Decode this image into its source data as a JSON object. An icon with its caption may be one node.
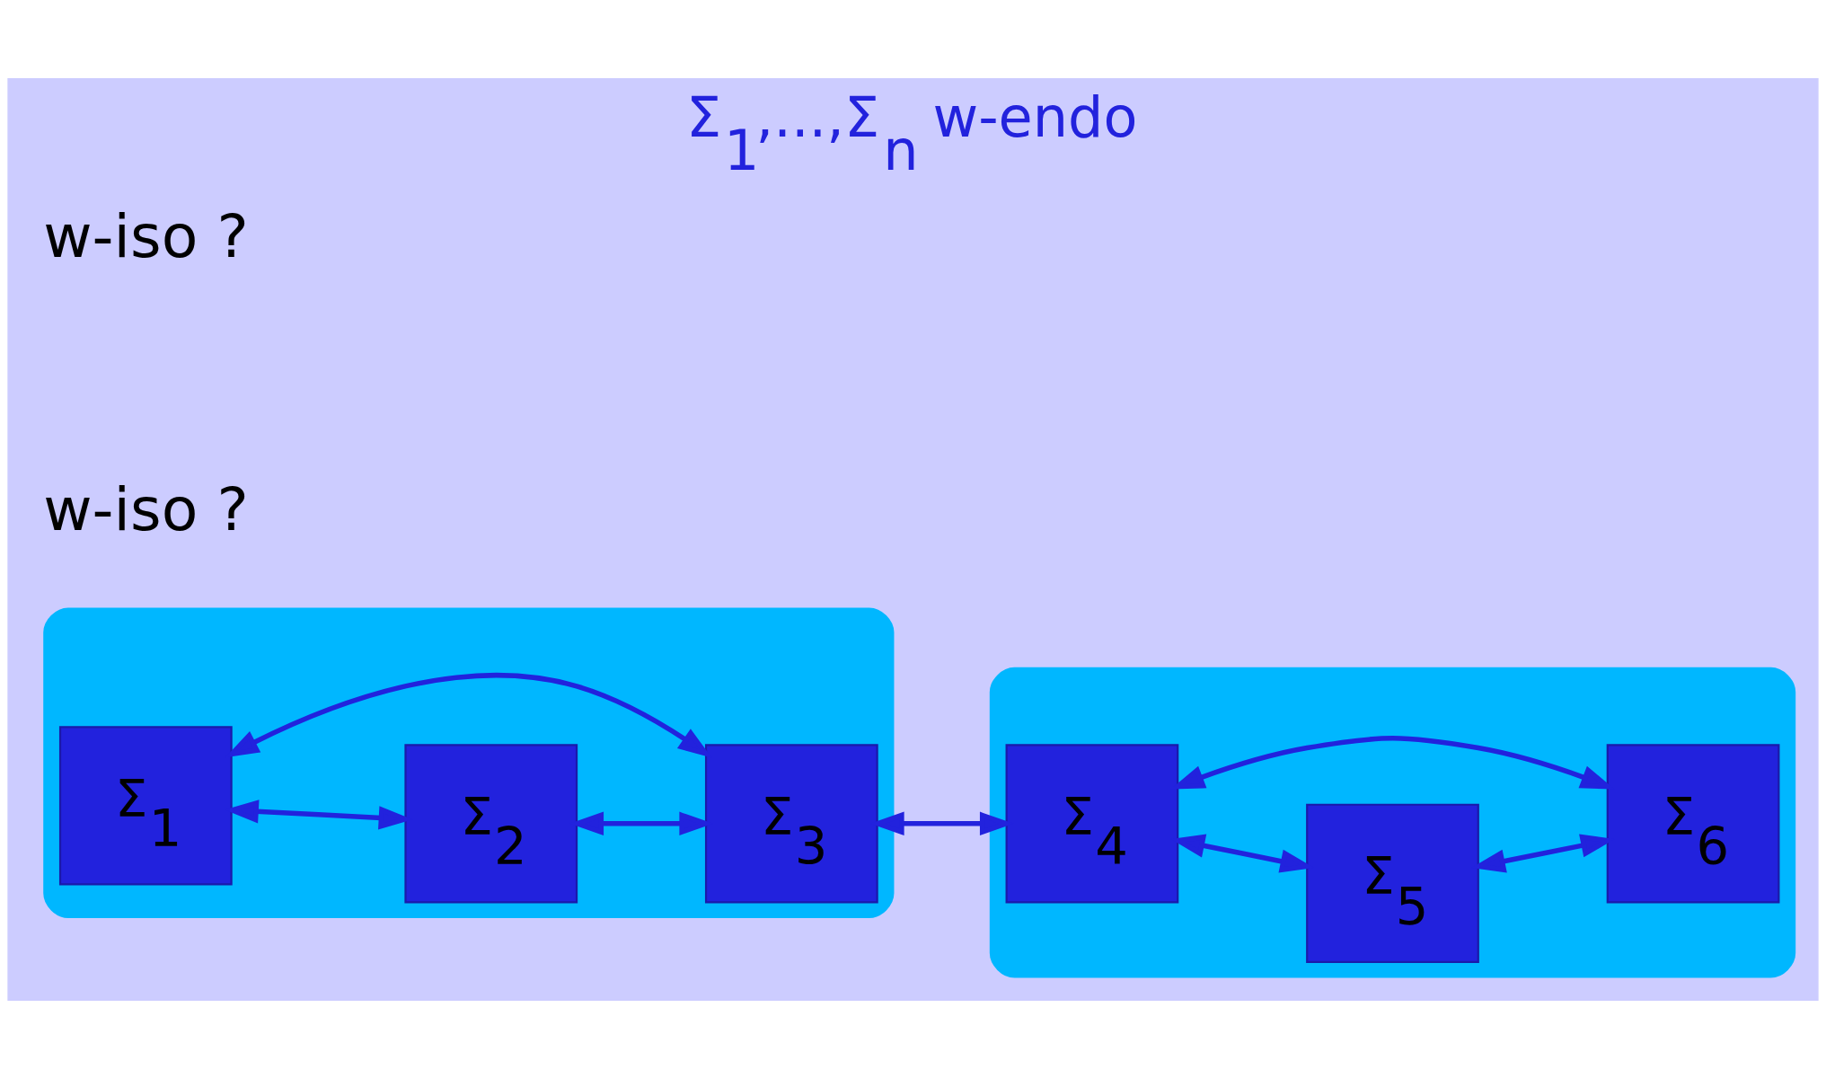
{
  "diagram": {
    "title": "Σ$_{1}$,...,Σ$_{n}$ w-endo",
    "nodes": [
      {
        "text": [],
        "shape": "ellipse"
      },
      {
        "text": [
          "Σ$_{1}$"
        ],
        "in": 0
      },
      {
        "text": [
          "Σ$_{2}$"
        ],
        "in": 0
      },
      {
        "text": [
          "Σ$_{3}$"
        ],
        "in": 0
      },
      {
        "text": [],
        "shape": "ellipse"
      },
      {
        "text": [
          "Σ$_{4}$"
        ],
        "in": 4
      },
      {
        "text": [
          "Σ$_{5}$"
        ],
        "in": 4
      },
      {
        "text": [
          "Σ$_{6}$"
        ],
        "in": 4
      }
    ],
    "edges": [
      {
        "from": 1,
        "to": 2,
        "arrow": "both"
      },
      {
        "from": 1,
        "to": 3,
        "arrow": "both"
      },
      {
        "from": 2,
        "to": 3,
        "arrow": "both"
      },
      {
        "from": 3,
        "to": 5,
        "arrow": "both"
      },
      {
        "from": 5,
        "to": 6,
        "arrow": "both"
      },
      {
        "from": 5,
        "to": 7,
        "arrow": "both"
      },
      {
        "from": 6,
        "to": 7,
        "arrow": "both"
      }
    ],
    "labels": [
      "w-iso ?",
      "w-iso ?"
    ]
  }
}
